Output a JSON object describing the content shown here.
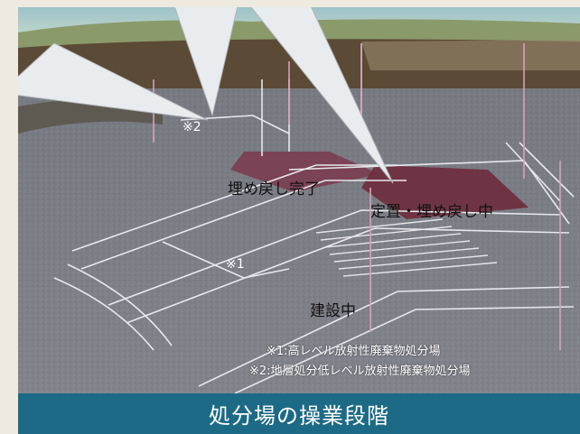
{
  "labels": {
    "refilled": "埋め戻し完了",
    "placing": "定置・埋め戻し中",
    "construction": "建設中",
    "note_mark_1": "※1",
    "note_mark_2": "※2"
  },
  "notes": [
    "※1:高レベル放射性廃棄物処分場",
    "※2:地層処分低レベル放射性廃棄物処分場"
  ],
  "caption": "処分場の操業段階",
  "colors": {
    "caption_bg": "#1c6a86",
    "tunnel_floor": "#7f8088",
    "completed_zone": "#7a3a4e",
    "active_zone": "#6e2c3c",
    "guide_lines": "#d8a0b8",
    "surface_grass": "#8a9a6a",
    "sky": "#9fc0c8"
  }
}
